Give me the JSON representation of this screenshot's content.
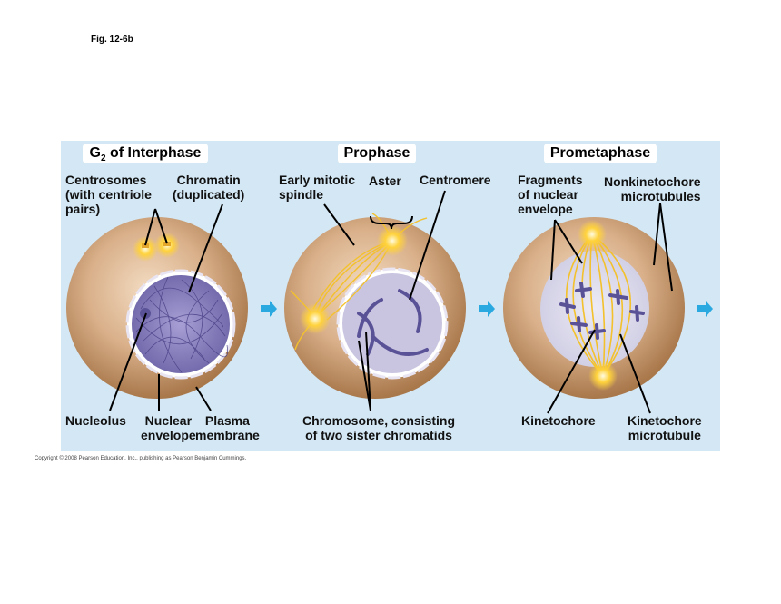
{
  "figure_label": "Fig. 12-6b",
  "copyright": "Copyright © 2008 Pearson Education, Inc., publishing as Pearson Benjamin Cummings.",
  "panels": [
    {
      "title": "G",
      "title_sub": "2",
      "title_rest": " of Interphase",
      "labels": {
        "centrosomes": "Centrosomes\n(with centriole\npairs)",
        "chromatin": "Chromatin\n(duplicated)",
        "nucleolus": "Nucleolus",
        "nuclear_envelope": "Nuclear\nenvelope",
        "plasma_membrane": "Plasma\nmembrane"
      }
    },
    {
      "title": "Prophase",
      "labels": {
        "early_spindle": "Early mitotic\nspindle",
        "aster": "Aster",
        "centromere": "Centromere",
        "chromosome": "Chromosome, consisting\nof two sister chromatids"
      }
    },
    {
      "title": "Prometaphase",
      "labels": {
        "fragments": "Fragments\nof nuclear\nenvelope",
        "nonkinetochore": "Nonkinetochore\nmicrotubules",
        "kinetochore": "Kinetochore",
        "kinetochore_mt": "Kinetochore\nmicrotubule"
      }
    }
  ],
  "colors": {
    "background_panel": "#d3e7f4",
    "cell": "#c7986a",
    "nucleus": "#8a82bf",
    "centrosome": "#f3c12c",
    "arrow": "#29a9e0"
  }
}
